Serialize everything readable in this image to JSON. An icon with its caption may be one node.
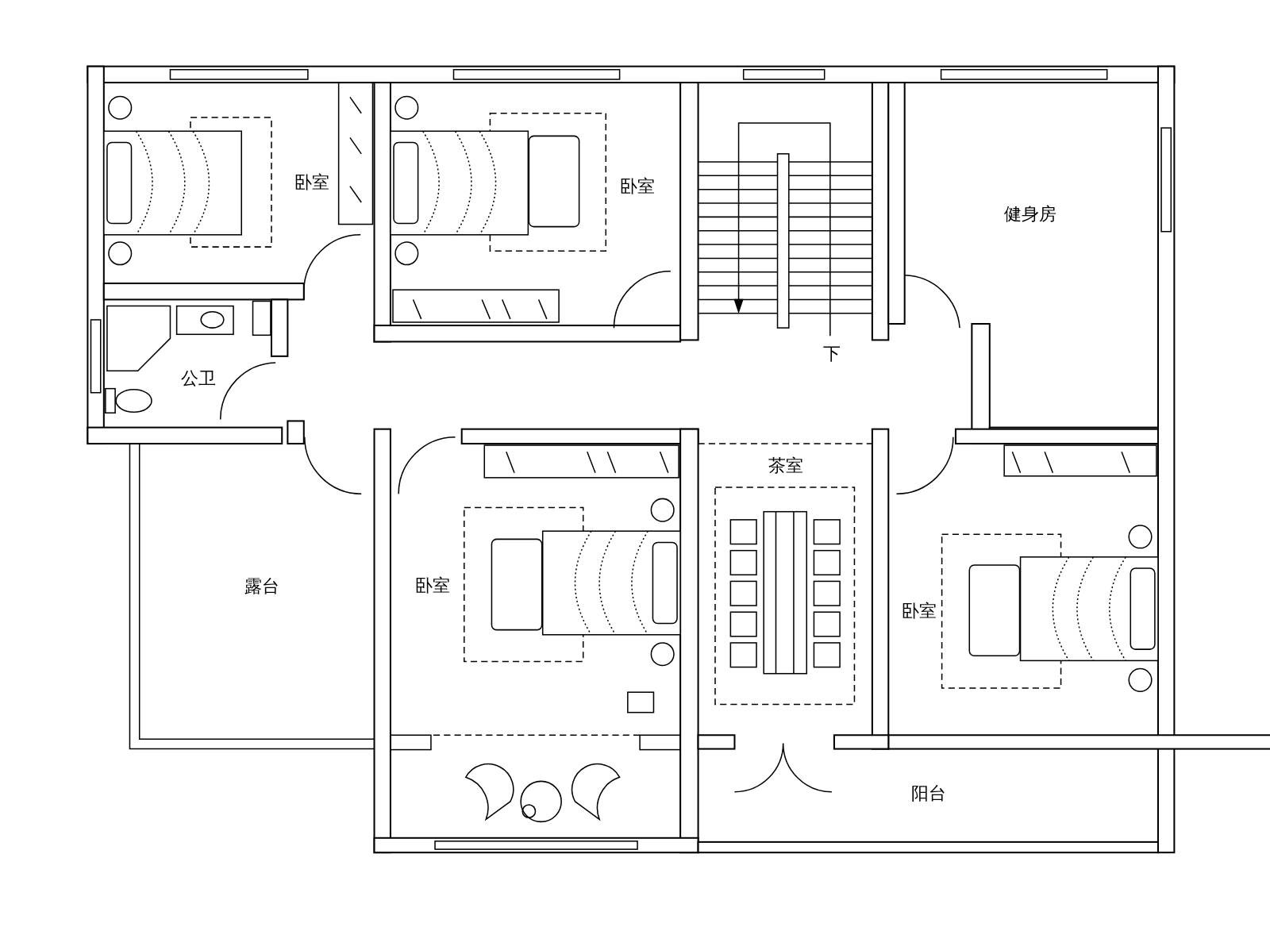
{
  "diagram": {
    "labels": [
      "卧室",
      "卧室",
      "健身房",
      "下",
      "公卫",
      "茶室",
      "卧室",
      "露台",
      "卧室",
      "阳台"
    ]
  }
}
